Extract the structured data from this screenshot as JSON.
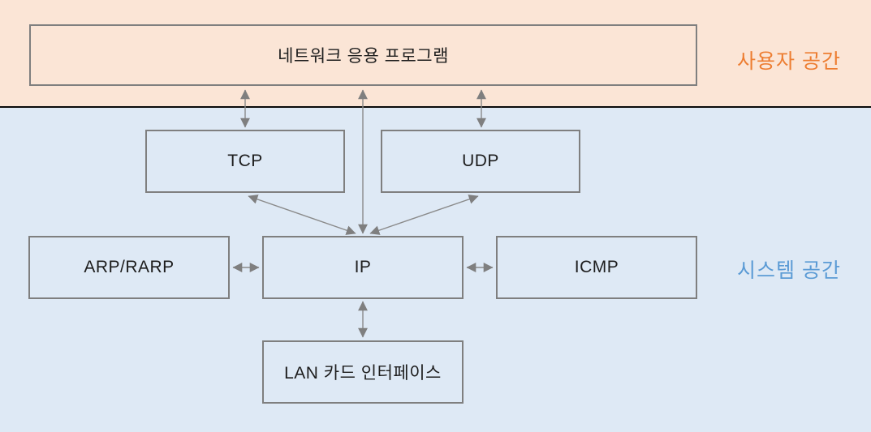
{
  "diagram": {
    "title": "TCP/IP protocol stack diagram",
    "regions": {
      "user_space": {
        "label": "사용자 공간",
        "text_color": "#ed7d31",
        "bg_color": "#fbe5d6"
      },
      "system_space": {
        "label": "시스템 공간",
        "text_color": "#5b9bd5",
        "bg_color": "#dee9f5"
      }
    },
    "nodes": {
      "app": {
        "label": "네트워크 응용 프로그램",
        "region": "user_space"
      },
      "tcp": {
        "label": "TCP",
        "region": "system_space"
      },
      "udp": {
        "label": "UDP",
        "region": "system_space"
      },
      "arp": {
        "label": "ARP/RARP",
        "region": "system_space"
      },
      "ip": {
        "label": "IP",
        "region": "system_space"
      },
      "icmp": {
        "label": "ICMP",
        "region": "system_space"
      },
      "lan": {
        "label": "LAN 카드 인터페이스",
        "region": "system_space"
      }
    },
    "edges": [
      {
        "from": "app",
        "to": "tcp",
        "bidirectional": true
      },
      {
        "from": "app",
        "to": "udp",
        "bidirectional": true
      },
      {
        "from": "app",
        "to": "ip",
        "bidirectional": true
      },
      {
        "from": "tcp",
        "to": "ip",
        "bidirectional": true
      },
      {
        "from": "udp",
        "to": "ip",
        "bidirectional": true
      },
      {
        "from": "arp",
        "to": "ip",
        "bidirectional": true
      },
      {
        "from": "ip",
        "to": "icmp",
        "bidirectional": true
      },
      {
        "from": "ip",
        "to": "lan",
        "bidirectional": true
      }
    ],
    "style": {
      "box_border_color": "#7f7f7f",
      "arrow_color": "#7f7f7f",
      "divider_color": "#0a0a0a",
      "box_text_color": "#1d1d1d"
    }
  }
}
